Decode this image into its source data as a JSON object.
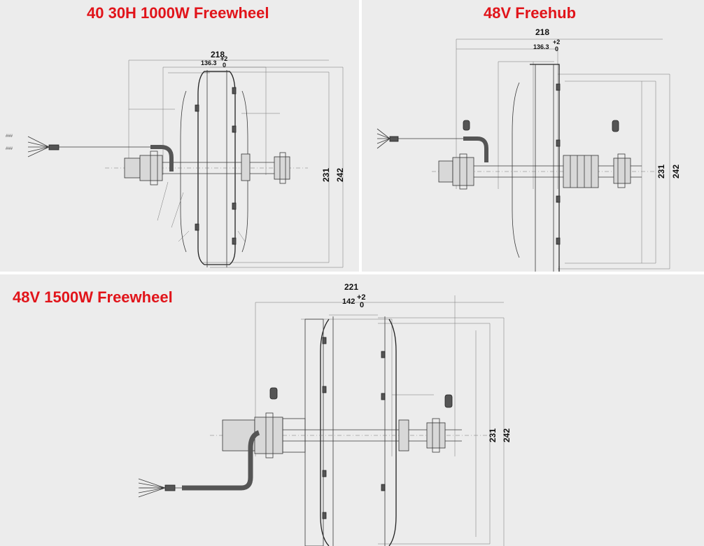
{
  "panels": [
    {
      "title": "40 30H 1000W Freewheel",
      "dims": {
        "width": "218",
        "inner": "136.3",
        "tol_plus": "+2",
        "tol_zero": "0",
        "h1": "231",
        "h2": "242"
      }
    },
    {
      "title": "48V  Freehub",
      "dims": {
        "width": "218",
        "inner": "136.3",
        "tol_plus": "+2",
        "tol_zero": "0",
        "h1": "231",
        "h2": "242"
      }
    },
    {
      "title": "48V 1500W Freewheel",
      "dims": {
        "width": "221",
        "inner": "142",
        "tol_plus": "+2",
        "tol_zero": "0",
        "h1": "231",
        "h2": "242"
      }
    }
  ],
  "colors": {
    "title_red": "#e1141a",
    "panel_bg": "#ececec",
    "line": "#3a3a3a"
  }
}
